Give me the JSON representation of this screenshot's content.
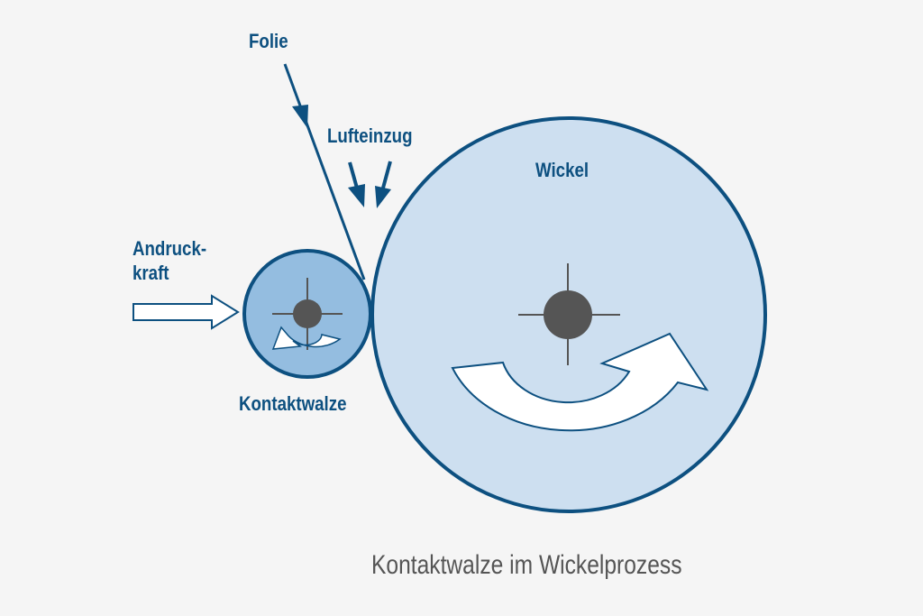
{
  "labels": {
    "folie": "Folie",
    "lufteinzug": "Lufteinzug",
    "wickel": "Wickel",
    "andruckkraft_line1": "Andruck-",
    "andruckkraft_line2": "kraft",
    "kontaktwalze": "Kontaktwalze"
  },
  "caption": "Kontaktwalze im Wickelprozess",
  "colors": {
    "stroke": "#0d5080",
    "wickel_fill": "#cddff0",
    "walze_fill": "#94bde0",
    "hub": "#555555",
    "background": "#f5f5f5"
  }
}
